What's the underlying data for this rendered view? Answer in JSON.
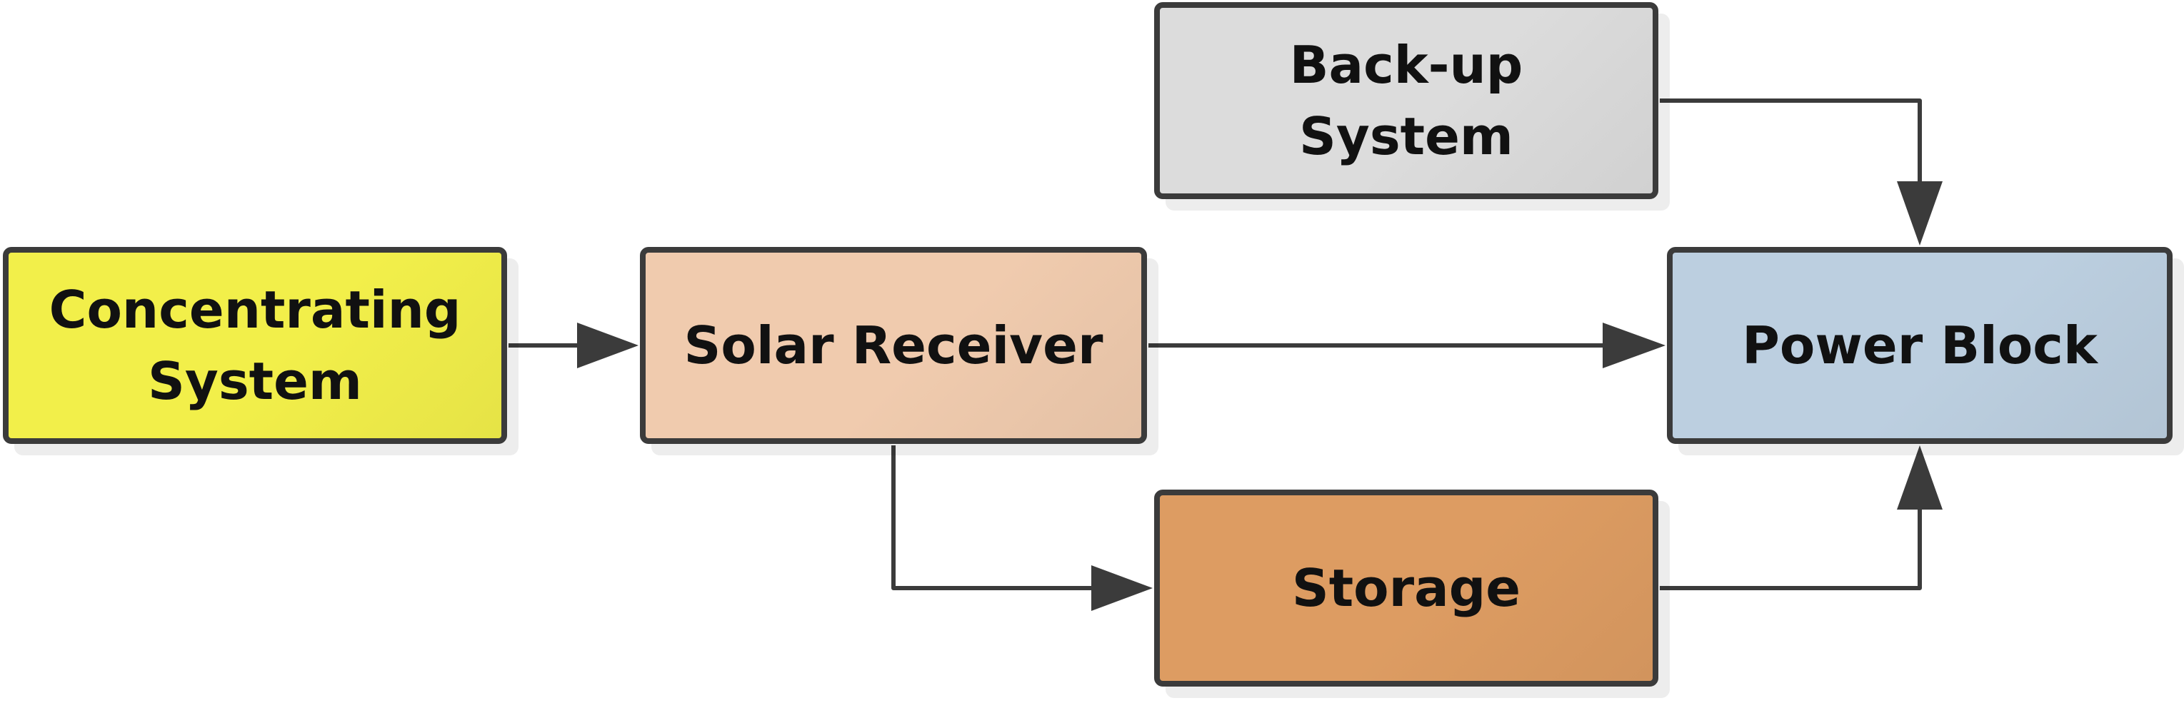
{
  "nodes": {
    "concentrating": {
      "label": "Concentrating\nSystem",
      "color": "#f2ef4a"
    },
    "receiver": {
      "label": "Solar Receiver",
      "color": "#f0cbae"
    },
    "backup": {
      "label": "Back-up\nSystem",
      "color": "#dcdcdc"
    },
    "storage": {
      "label": "Storage",
      "color": "#dd9c62"
    },
    "power": {
      "label": "Power Block",
      "color": "#bccfe0"
    }
  },
  "edges": [
    {
      "from": "concentrating",
      "to": "receiver"
    },
    {
      "from": "receiver",
      "to": "power"
    },
    {
      "from": "receiver",
      "to": "storage"
    },
    {
      "from": "backup",
      "to": "power"
    },
    {
      "from": "storage",
      "to": "power"
    }
  ],
  "colors": {
    "border": "#3b3b3b",
    "arrow": "#3b3b3b"
  }
}
